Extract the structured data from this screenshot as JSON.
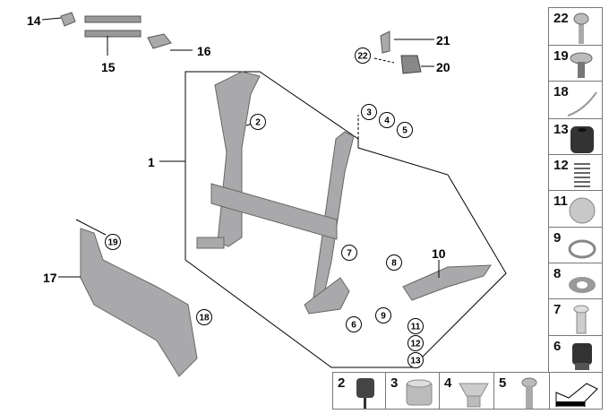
{
  "diagram": {
    "callouts": {
      "c1": "1",
      "c2": "2",
      "c3": "3",
      "c4": "4",
      "c5": "5",
      "c6": "6",
      "c7": "7",
      "c8": "8",
      "c9": "9",
      "c10": "10",
      "c11": "11",
      "c12": "12",
      "c13": "13",
      "c14": "14",
      "c15": "15",
      "c16": "16",
      "c17": "17",
      "c18": "18",
      "c19": "19",
      "c20": "20",
      "c21": "21",
      "c22": "22"
    }
  },
  "parts_column": [
    "22",
    "19",
    "18",
    "13",
    "12",
    "11",
    "9",
    "8",
    "7",
    "6"
  ],
  "parts_row": [
    "2",
    "3",
    "4",
    "5"
  ],
  "colors": {
    "part": "#a9a9ab",
    "dark": "#3c3c3c",
    "line": "#000000"
  }
}
